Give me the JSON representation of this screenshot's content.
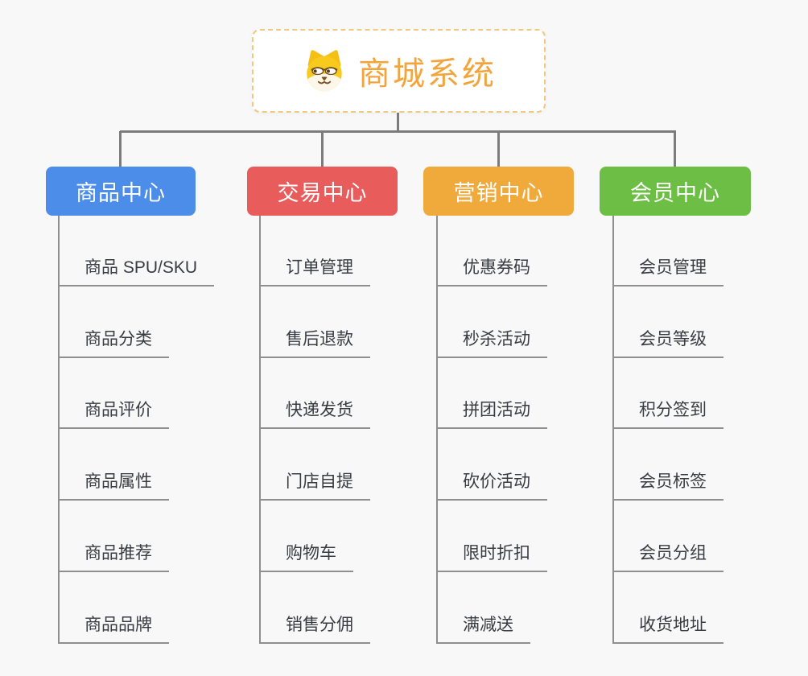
{
  "root": {
    "title": "商城系统",
    "icon": "dog-face-icon",
    "text_color": "#F2A53C",
    "border_color": "#F2C87E"
  },
  "palette": {
    "background": "#F8F8F8",
    "connector": "#7C7C7C",
    "leaf_line": "#8F8F8F",
    "leaf_text": "#383C42"
  },
  "branches": [
    {
      "label": "商品中心",
      "color": "#4B8DE8",
      "children": [
        "商品 SPU/SKU",
        "商品分类",
        "商品评价",
        "商品属性",
        "商品推荐",
        "商品品牌"
      ]
    },
    {
      "label": "交易中心",
      "color": "#E85C5C",
      "children": [
        "订单管理",
        "售后退款",
        "快递发货",
        "门店自提",
        "购物车",
        "销售分佣"
      ]
    },
    {
      "label": "营销中心",
      "color": "#EFAA3B",
      "children": [
        "优惠券码",
        "秒杀活动",
        "拼团活动",
        "砍价活动",
        "限时折扣",
        "满减送"
      ]
    },
    {
      "label": "会员中心",
      "color": "#6DBE45",
      "children": [
        "会员管理",
        "会员等级",
        "积分签到",
        "会员标签",
        "会员分组",
        "收货地址"
      ]
    }
  ]
}
